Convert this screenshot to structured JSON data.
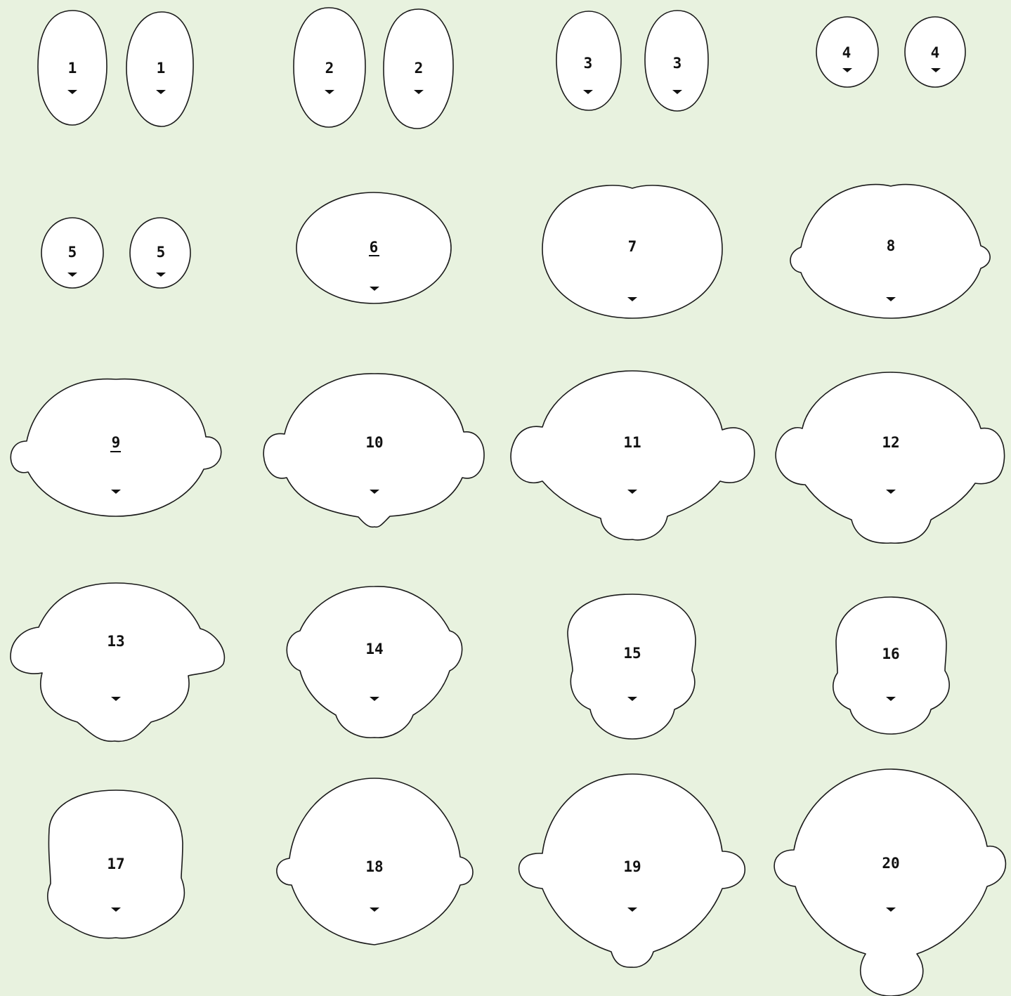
{
  "background": "#e8f2df",
  "shape_fill": "#ffffff",
  "outline": "#1a1a1a",
  "pieces": [
    {
      "id": "eye-1a",
      "label": "1"
    },
    {
      "id": "eye-1b",
      "label": "1"
    },
    {
      "id": "eye-2a",
      "label": "2"
    },
    {
      "id": "eye-2b",
      "label": "2"
    },
    {
      "id": "eye-3a",
      "label": "3"
    },
    {
      "id": "eye-3b",
      "label": "3"
    },
    {
      "id": "eye-4a",
      "label": "4"
    },
    {
      "id": "eye-4b",
      "label": "4"
    },
    {
      "id": "eye-5a",
      "label": "5"
    },
    {
      "id": "eye-5b",
      "label": "5"
    },
    {
      "id": "head-6",
      "label": "6",
      "underlined": true
    },
    {
      "id": "head-7",
      "label": "7"
    },
    {
      "id": "head-8",
      "label": "8"
    },
    {
      "id": "head-9",
      "label": "9",
      "underlined": true
    },
    {
      "id": "head-10",
      "label": "10"
    },
    {
      "id": "head-11",
      "label": "11"
    },
    {
      "id": "head-12",
      "label": "12"
    },
    {
      "id": "head-13",
      "label": "13"
    },
    {
      "id": "head-14",
      "label": "14"
    },
    {
      "id": "head-15",
      "label": "15"
    },
    {
      "id": "head-16",
      "label": "16"
    },
    {
      "id": "head-17",
      "label": "17"
    },
    {
      "id": "head-18",
      "label": "18"
    },
    {
      "id": "head-19",
      "label": "19"
    },
    {
      "id": "head-20",
      "label": "20"
    }
  ]
}
